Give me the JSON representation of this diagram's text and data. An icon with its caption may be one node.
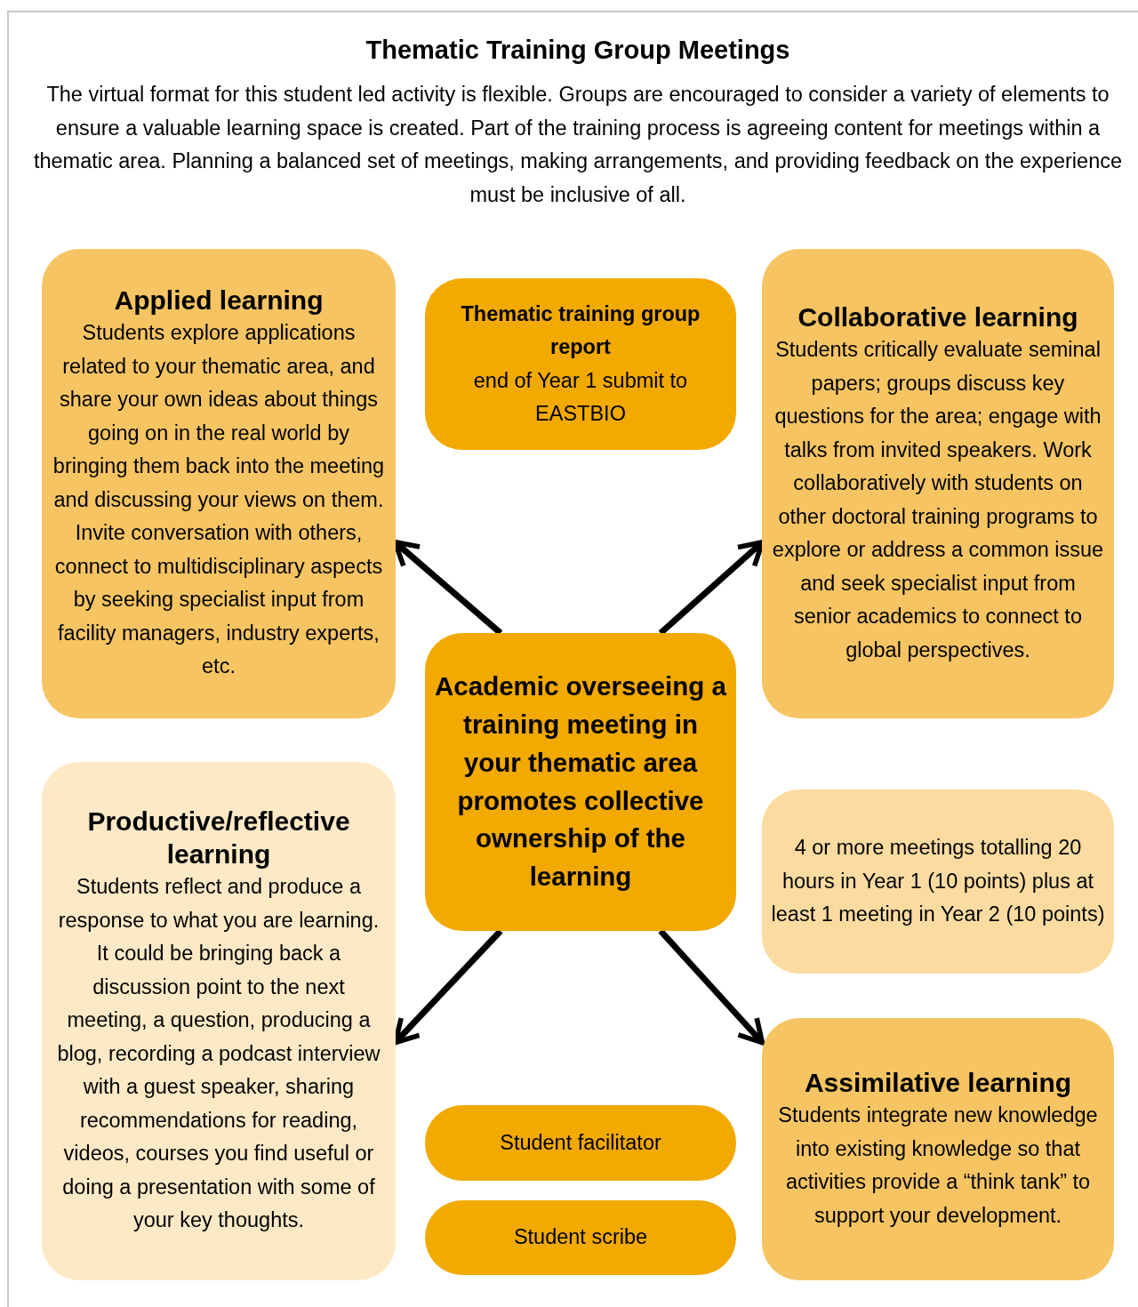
{
  "diagram": {
    "title": "Thematic Training Group Meetings",
    "nodes": [
      {
        "text": [
          "Applied learning",
          "Students explore applications related to your thematic area, and share your own ideas about things going on in the real world by bringing them back into the meeting and discussing your views on them. Invite conversation with others, connect to multidisciplinary aspects by seeking specialist input from facility managers, industry experts, etc."
        ]
      },
      {
        "text": [
          "Thematic training group report",
          "end of Year 1 submit to EASTBIO"
        ]
      },
      {
        "text": [
          "Collaborative learning",
          "Students critically evaluate seminal papers; groups discuss key questions for the area; engage with talks from invited speakers. Work collaboratively with students on other doctoral training programs to explore or address a common issue and seek specialist input from senior academics to connect to global perspectives."
        ]
      },
      {
        "text": [
          "Academic overseeing a training meeting in your thematic area promotes collective ownership of the learning"
        ]
      },
      {
        "text": [
          "Productive/reflective learning",
          "Students reflect and produce a response to what you are learning. It could be bringing back a discussion point to the next meeting, a question, producing a blog, recording a podcast interview with a guest speaker, sharing recommendations for reading, videos, courses you find useful or doing a presentation with some of your key thoughts."
        ]
      },
      {
        "text": [
          "4 or more meetings totalling 20 hours in Year 1 (10 points) plus at least 1 meeting in Year 2 (10 points)"
        ]
      },
      {
        "text": [
          "Assimilative learning",
          "Students integrate new knowledge into existing knowledge so that activities provide  a “think tank” to support your development."
        ]
      },
      {
        "text": [
          "Student facilitator"
        ]
      },
      {
        "text": [
          "Student scribe"
        ]
      }
    ],
    "edges": [
      {
        "from": 3,
        "to": 0,
        "arrow": "to"
      },
      {
        "from": 3,
        "to": 2,
        "arrow": "to"
      },
      {
        "from": 3,
        "to": 4,
        "arrow": "to"
      },
      {
        "from": 3,
        "to": 6,
        "arrow": "to"
      }
    ],
    "labels": [
      "The virtual format for this student led activity is flexible. Groups are encouraged to consider a variety of elements to ensure a valuable learning space is created. Part of the training process is agreeing content for meetings within a thematic area. Planning a balanced set of meetings, making arrangements, and providing feedback on the experience must be inclusive of all."
    ]
  }
}
